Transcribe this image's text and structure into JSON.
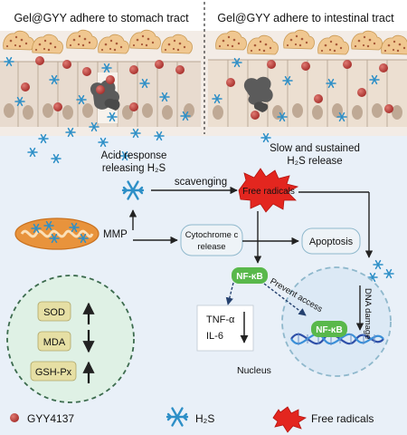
{
  "tissue": {
    "stomach_title": "Gel@GYY adhere to stomach tract",
    "intestine_title": "Gel@GYY adhere to intestinal tract"
  },
  "mechanism": {
    "acid_line1": "Acid response",
    "acid_line2": "releasing H₂S",
    "slow_line1": "Slow and sustained",
    "slow_line2": "H₂S  release",
    "scavenging": "scavenging",
    "free_radicals": "Free radicals",
    "mmp": "MMP",
    "cytochrome_line1": "Cytochrome c",
    "cytochrome_line2": "release",
    "apoptosis": "Apoptosis",
    "nfkb": "NF-κB",
    "nfkb_nucleus": "NF-κB",
    "prevent_access": "Prevent access",
    "dna_damage": "DNA damage",
    "tnf": "TNF-α",
    "il6": "IL-6",
    "nucleus": "Nucleus"
  },
  "markers": [
    {
      "label": "SOD",
      "direction": "up"
    },
    {
      "label": "MDA",
      "direction": "down"
    },
    {
      "label": "GSH-Px",
      "direction": "up"
    }
  ],
  "legend": {
    "gyy": "GYY4137",
    "h2s": "H₂S",
    "radicals": "Free radicals"
  },
  "colors": {
    "gyy_particle": "#b83a38",
    "h2s_snowflake": "#2d8fc7",
    "free_radical": "#e3261f",
    "nfkb": "#59b84b",
    "marker_box": "#e6dfa4",
    "antioxidant_bg": "#dff1e5"
  }
}
